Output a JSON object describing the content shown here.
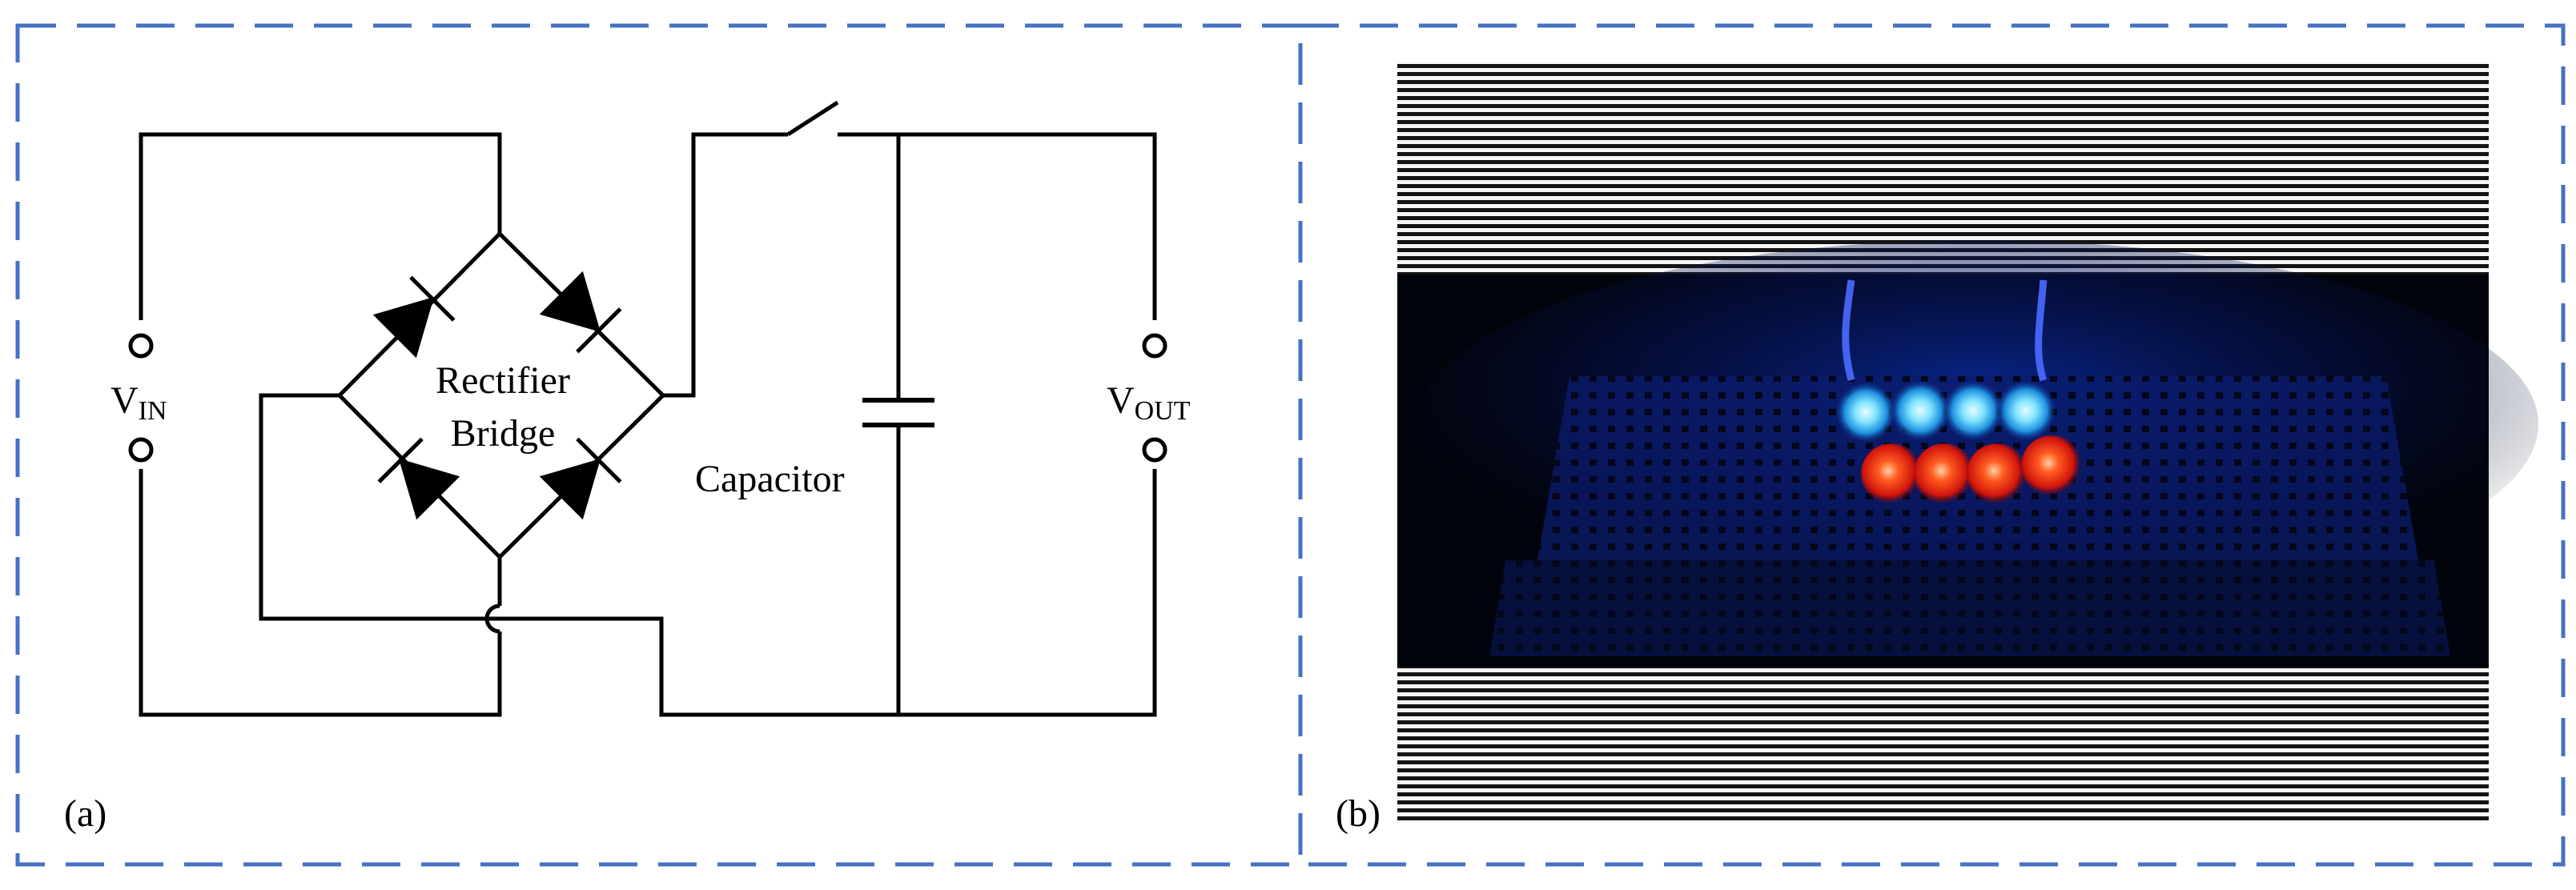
{
  "panels": {
    "a": {
      "label": "(a)"
    },
    "b": {
      "label": "(b)"
    }
  },
  "circuit": {
    "vin_main": "V",
    "vin_sub": "IN",
    "vout_main": "V",
    "vout_sub": "OUT",
    "bridge_line1": "Rectifier",
    "bridge_line2": "Bridge",
    "capacitor": "Capacitor"
  },
  "photo": {
    "led_top_row": [
      "blue",
      "blue",
      "blue",
      "blue"
    ],
    "led_bottom_row": [
      "red",
      "red",
      "red",
      "red"
    ],
    "colors": {
      "blue_led": "#4fd4ff",
      "red_led": "#ff3a1e",
      "background": "#02040b"
    }
  },
  "frame": {
    "border_color": "#4472c4"
  }
}
